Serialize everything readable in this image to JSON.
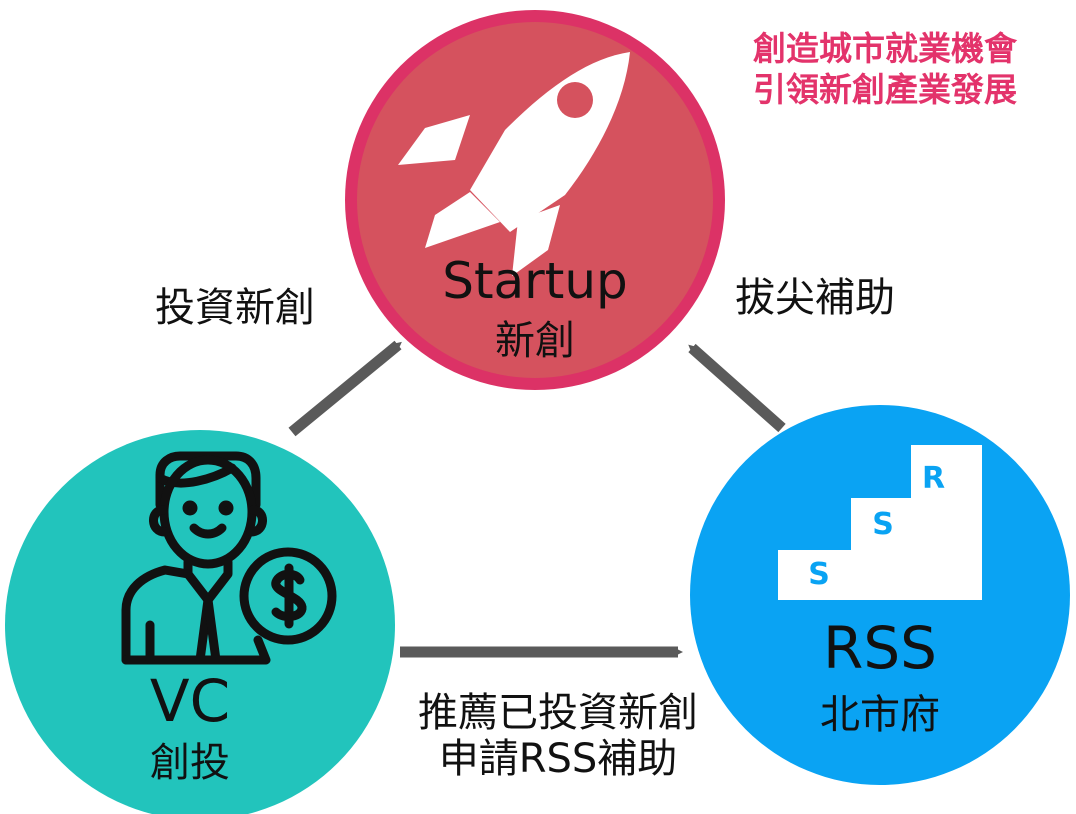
{
  "colors": {
    "startup_fill": "#d5525e",
    "startup_ring": "#dc3266",
    "vc_fill": "#22c4bc",
    "rss_fill": "#0aa3f3",
    "arrow": "#5a5a5a",
    "tagline": "#e3336b",
    "stair_letters": "#0aa3f3"
  },
  "tagline": {
    "line1": "創造城市就業機會",
    "line2": "引領新創產業發展"
  },
  "nodes": {
    "startup": {
      "title": "Startup",
      "subtitle": "新創",
      "icon": "rocket-icon"
    },
    "vc": {
      "title": "VC",
      "subtitle": "創投",
      "icon": "investor-icon"
    },
    "rss": {
      "title": "RSS",
      "subtitle": "北市府",
      "icon": "stairs-icon",
      "stair_letters": [
        "S",
        "S",
        "R"
      ]
    }
  },
  "edges": {
    "vc_to_startup": "投資新創",
    "rss_to_startup": "拔尖補助",
    "vc_to_rss": {
      "line1": "推薦已投資新創",
      "line2": "申請RSS補助"
    }
  }
}
